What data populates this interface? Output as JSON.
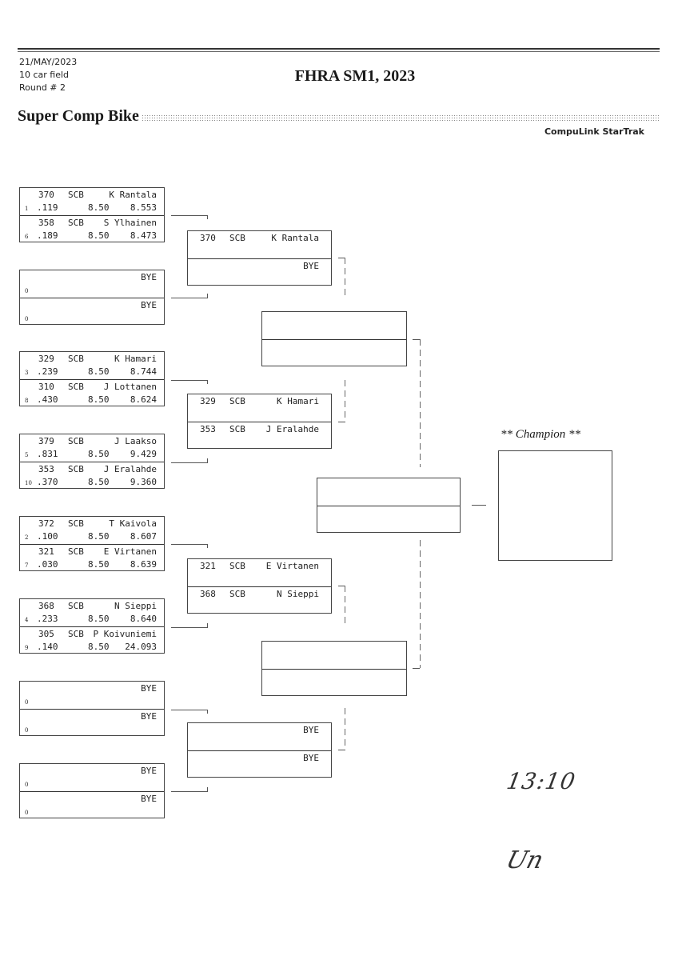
{
  "header": {
    "date": "21/MAY/2023",
    "field": "10 car field",
    "round": "Round # 2",
    "event_title": "FHRA SM1, 2023",
    "class_title": "Super Comp Bike",
    "vendor": "CompuLink StarTrak"
  },
  "round1": [
    {
      "top": {
        "seed": "1",
        "number": "370",
        "class": "SCB",
        "name": "K Rantala",
        "reaction": ".119",
        "dial": "8.50",
        "et": "8.553"
      },
      "bottom": {
        "seed": "6",
        "number": "358",
        "class": "SCB",
        "name": "S Ylhainen",
        "reaction": ".189",
        "dial": "8.50",
        "et": "8.473"
      }
    },
    {
      "top": {
        "seed": "0",
        "number": "",
        "class": "",
        "name": "BYE",
        "reaction": "",
        "dial": "",
        "et": ""
      },
      "bottom": {
        "seed": "0",
        "number": "",
        "class": "",
        "name": "BYE",
        "reaction": "",
        "dial": "",
        "et": ""
      }
    },
    {
      "top": {
        "seed": "3",
        "number": "329",
        "class": "SCB",
        "name": "K Hamari",
        "reaction": ".239",
        "dial": "8.50",
        "et": "8.744"
      },
      "bottom": {
        "seed": "8",
        "number": "310",
        "class": "SCB",
        "name": "J Lottanen",
        "reaction": ".430",
        "dial": "8.50",
        "et": "8.624"
      }
    },
    {
      "top": {
        "seed": "5",
        "number": "379",
        "class": "SCB",
        "name": "J Laakso",
        "reaction": ".831",
        "dial": "8.50",
        "et": "9.429"
      },
      "bottom": {
        "seed": "10",
        "number": "353",
        "class": "SCB",
        "name": "J Eralahde",
        "reaction": ".370",
        "dial": "8.50",
        "et": "9.360"
      }
    },
    {
      "top": {
        "seed": "2",
        "number": "372",
        "class": "SCB",
        "name": "T Kaivola",
        "reaction": ".100",
        "dial": "8.50",
        "et": "8.607"
      },
      "bottom": {
        "seed": "7",
        "number": "321",
        "class": "SCB",
        "name": "E Virtanen",
        "reaction": ".030",
        "dial": "8.50",
        "et": "8.639"
      }
    },
    {
      "top": {
        "seed": "4",
        "number": "368",
        "class": "SCB",
        "name": "N Sieppi",
        "reaction": ".233",
        "dial": "8.50",
        "et": "8.640"
      },
      "bottom": {
        "seed": "9",
        "number": "305",
        "class": "SCB",
        "name": "P Koivuniemi",
        "reaction": ".140",
        "dial": "8.50",
        "et": "24.093"
      }
    },
    {
      "top": {
        "seed": "0",
        "number": "",
        "class": "",
        "name": "BYE",
        "reaction": "",
        "dial": "",
        "et": ""
      },
      "bottom": {
        "seed": "0",
        "number": "",
        "class": "",
        "name": "BYE",
        "reaction": "",
        "dial": "",
        "et": ""
      }
    },
    {
      "top": {
        "seed": "0",
        "number": "",
        "class": "",
        "name": "BYE",
        "reaction": "",
        "dial": "",
        "et": ""
      },
      "bottom": {
        "seed": "0",
        "number": "",
        "class": "",
        "name": "BYE",
        "reaction": "",
        "dial": "",
        "et": ""
      }
    }
  ],
  "round2": [
    {
      "top": {
        "number": "370",
        "class": "SCB",
        "name": "K Rantala"
      },
      "bottom": {
        "number": "",
        "class": "",
        "name": "BYE"
      }
    },
    {
      "top": {
        "number": "329",
        "class": "SCB",
        "name": "K Hamari"
      },
      "bottom": {
        "number": "353",
        "class": "SCB",
        "name": "J Eralahde"
      }
    },
    {
      "top": {
        "number": "321",
        "class": "SCB",
        "name": "E Virtanen"
      },
      "bottom": {
        "number": "368",
        "class": "SCB",
        "name": "N Sieppi"
      }
    },
    {
      "top": {
        "number": "",
        "class": "",
        "name": "BYE"
      },
      "bottom": {
        "number": "",
        "class": "",
        "name": "BYE"
      }
    }
  ],
  "champion": {
    "label": "** Champion **",
    "name": ""
  },
  "annotations": {
    "handwritten_time": "13:10",
    "handwritten_signature": "Un"
  }
}
